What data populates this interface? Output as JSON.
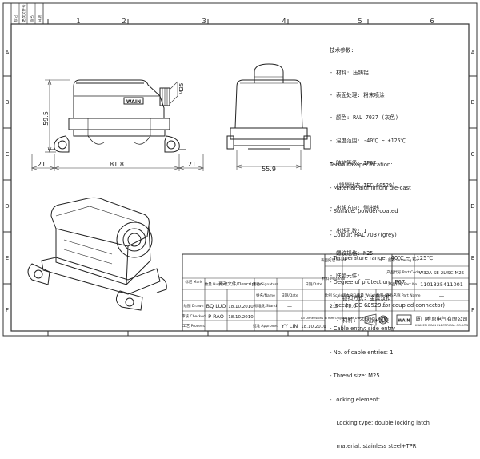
{
  "border": {
    "col_numbers": [
      "1",
      "2",
      "3",
      "4",
      "5",
      "6"
    ],
    "row_letters": [
      "A",
      "B",
      "C",
      "D",
      "E",
      "F"
    ],
    "side_table_labels": [
      "标记",
      "更改文件号",
      "签名",
      "日期"
    ]
  },
  "front_view": {
    "dim_height": "59.5",
    "dim_left": "21",
    "dim_mid": "81.8",
    "dim_right": "21",
    "thread_label": "M25",
    "brand": "WAIN"
  },
  "side_view": {
    "dim_width": "55.9"
  },
  "specs_zh": {
    "title": "技术参数:",
    "items": [
      "- 材料: 压铸铝",
      "- 表面处理: 粉末喷涂",
      "- 颜色: RAL 7037 (灰色)",
      "- 温度范围: -40℃ ~ +125℃",
      "- 防护等级: IP67",
      "  (锁锁状态,IEC 60529)",
      "- 出线方向: 侧出线",
      "- 出线孔数: 1",
      "- 螺纹规格: M25",
      "- 联锁元件:",
      "  · 锁扣方式: 金属双扣",
      "  · 材料: 不锈钢+钢胶"
    ]
  },
  "specs_en": {
    "title": "Technical specification:",
    "items": [
      "- Material: aluminium die-cast",
      "- Surface: powder-coated",
      "- Colour: RAL 7037(grey)",
      "- Temperature range: -40℃ ~ +125℃",
      "- Degree of protection: IP67",
      "  (acc.to IEC 60529 for coupled connector)",
      "- Cable entry: side entry",
      "- No. of cable entries: 1",
      "- Thread size: M25",
      "- Locking element:",
      "  · Locking type: double locking latch",
      "  · material: stainless steel+TPR"
    ]
  },
  "title_block": {
    "rev_hdr_mark": "标记\nMark",
    "rev_hdr_num": "数量\nNumber",
    "rev_hdr_desc": "更改文件/Description",
    "rev_hdr_sig": "签名/Signature",
    "rev_hdr_date": "日期/Date",
    "drawn_label": "绘图\nDrawn",
    "drawn_name": "BQ LUO",
    "drawn_date": "18.10.2010",
    "checked_label": "审核\nChecked",
    "checked_name": "P RAO",
    "checked_date": "18.10.2010",
    "process_label": "工艺\nProcess",
    "stand_label": "标准化\nStand",
    "approved_label": "批准\nApproved",
    "approved_name": "YY LIN",
    "approved_date": "18.10.2010",
    "sig_hdr": "姓名/Name",
    "date_hdr": "日期/Date",
    "sig_hdr2": "签名\nSignature",
    "date_hdr2": "日期\nDate",
    "finish_label": "表面处理\nFinish",
    "finish_value": "—",
    "material_label": "材料\nMaterial",
    "material_value": "—",
    "scale_label": "比例\nScale",
    "scale_value": "2:3",
    "rev_label": "版本\nREV.",
    "rev_value": "V1.0",
    "weight_label": "重量\nWeight",
    "weight_value": "—",
    "qty_label": "数量\nQty.",
    "qty_value": "—",
    "drawing_no_label": "图号\nDrawing No.",
    "drawing_no_value": "—",
    "part_code_label": "产品代号\nPart Code",
    "part_code_value": "W32A-SE-2L/SC-M25",
    "part_no_label": "产品料号\nPart No.",
    "part_no_value": "1101325411001",
    "part_name_label": "产品名称\nPart Name",
    "part_name_value": "—",
    "dims_note": "All Dimensions in mm\nOriginal Size DIN A 4",
    "company_zh": "厦门唯恩电气有限公司",
    "company_en": "XIAMEN WAIN ELECTRICAL CO.,LTD",
    "logo_text": "WAIN"
  }
}
